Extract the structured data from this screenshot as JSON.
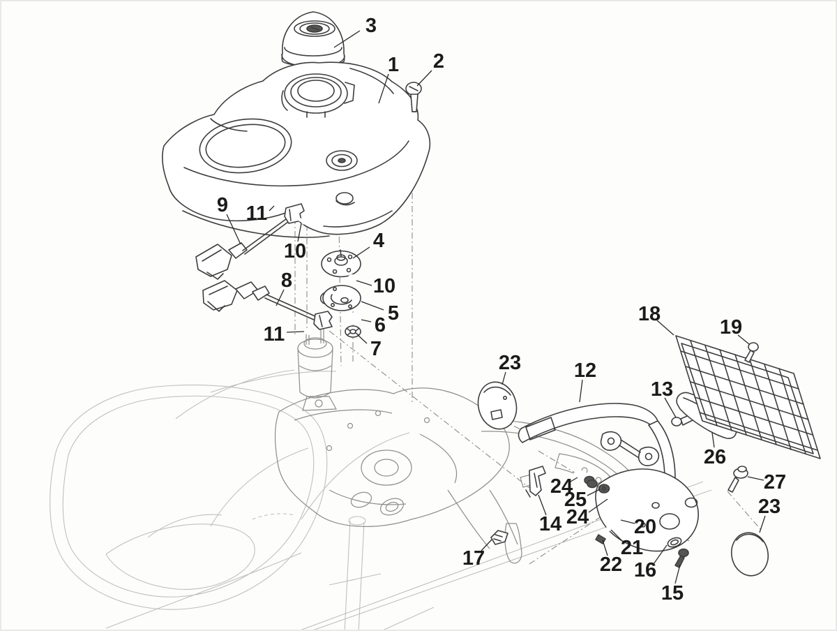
{
  "diagram": {
    "kind": "exploded-parts-line-drawing",
    "colors": {
      "background": "#fdfdfc",
      "part_line": "#3d3d3d",
      "frame_line": "#8f8f8d",
      "body_line": "#bfbfbd",
      "label_ink": "#1b1b1b"
    }
  },
  "callouts": [
    {
      "label": "3"
    },
    {
      "label": "1"
    },
    {
      "label": "2"
    },
    {
      "label": "9"
    },
    {
      "label": "11"
    },
    {
      "label": "10"
    },
    {
      "label": "4"
    },
    {
      "label": "10"
    },
    {
      "label": "5"
    },
    {
      "label": "6"
    },
    {
      "label": "7"
    },
    {
      "label": "8"
    },
    {
      "label": "11"
    },
    {
      "label": "23"
    },
    {
      "label": "12"
    },
    {
      "label": "13"
    },
    {
      "label": "18"
    },
    {
      "label": "19"
    },
    {
      "label": "26"
    },
    {
      "label": "27"
    },
    {
      "label": "23"
    },
    {
      "label": "24"
    },
    {
      "label": "25"
    },
    {
      "label": "24"
    },
    {
      "label": "14"
    },
    {
      "label": "17"
    },
    {
      "label": "20"
    },
    {
      "label": "21"
    },
    {
      "label": "22"
    },
    {
      "label": "16"
    },
    {
      "label": "15"
    }
  ]
}
